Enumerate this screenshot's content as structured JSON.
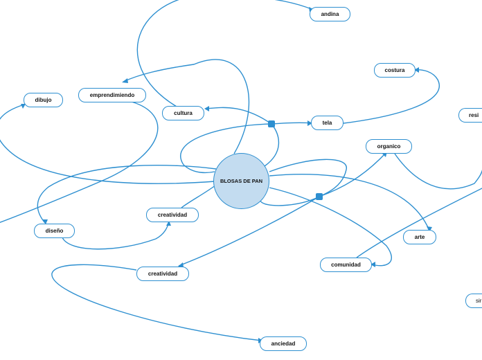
{
  "diagram": {
    "central_topic": "BLOSAS DE PAN",
    "nodes": {
      "andina": "andina",
      "costura": "costura",
      "dibujo": "dibujo",
      "emprendimiendo": "emprendimiendo",
      "cultura": "cultura",
      "tela": "tela",
      "organico": "organico",
      "resi": "resi",
      "creatividad_1": "creatividad",
      "diseno": "diseño",
      "arte": "arte",
      "comunidad": "comunidad",
      "creatividad_2": "creatividad",
      "sir": "sir",
      "ansiedad": "anciedad"
    },
    "colors": {
      "connector": "#2d8fd0",
      "central_fill": "#c3dcf0",
      "node_border": "#2d8fd0"
    }
  }
}
